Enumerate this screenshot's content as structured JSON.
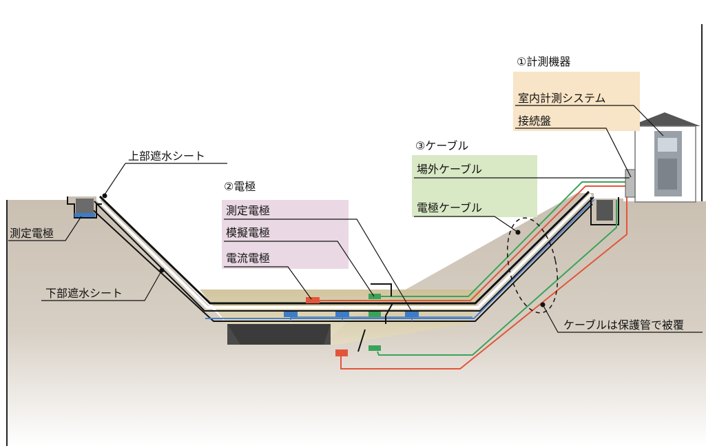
{
  "labels": {
    "equipment_title": "①計測機器",
    "indoor_system": "室内計測システム",
    "junction_board": "接続盤",
    "cable_title": "③ケーブル",
    "outdoor_cable": "場外ケーブル",
    "electrode_cable": "電極ケーブル",
    "electrode_title": "②電極",
    "measure_electrode": "測定電極",
    "dummy_electrode": "模擬電極",
    "current_electrode": "電流電極",
    "upper_sheet": "上部遮水シート",
    "lower_sheet": "下部遮水シート",
    "left_measure_electrode": "測定電極",
    "conduit_note": "ケーブルは保護管で被覆"
  },
  "colors": {
    "equipment_box": "#f8e4c6",
    "cable_box": "#d9e8c5",
    "electrode_box": "#ead9e4",
    "current_electrode": "#e2553a",
    "measure_electrode": "#3aa35a",
    "dummy_electrode": "#3e7cc6",
    "waste_fill": "#d5c9a4",
    "ground": "#e9e5de"
  }
}
